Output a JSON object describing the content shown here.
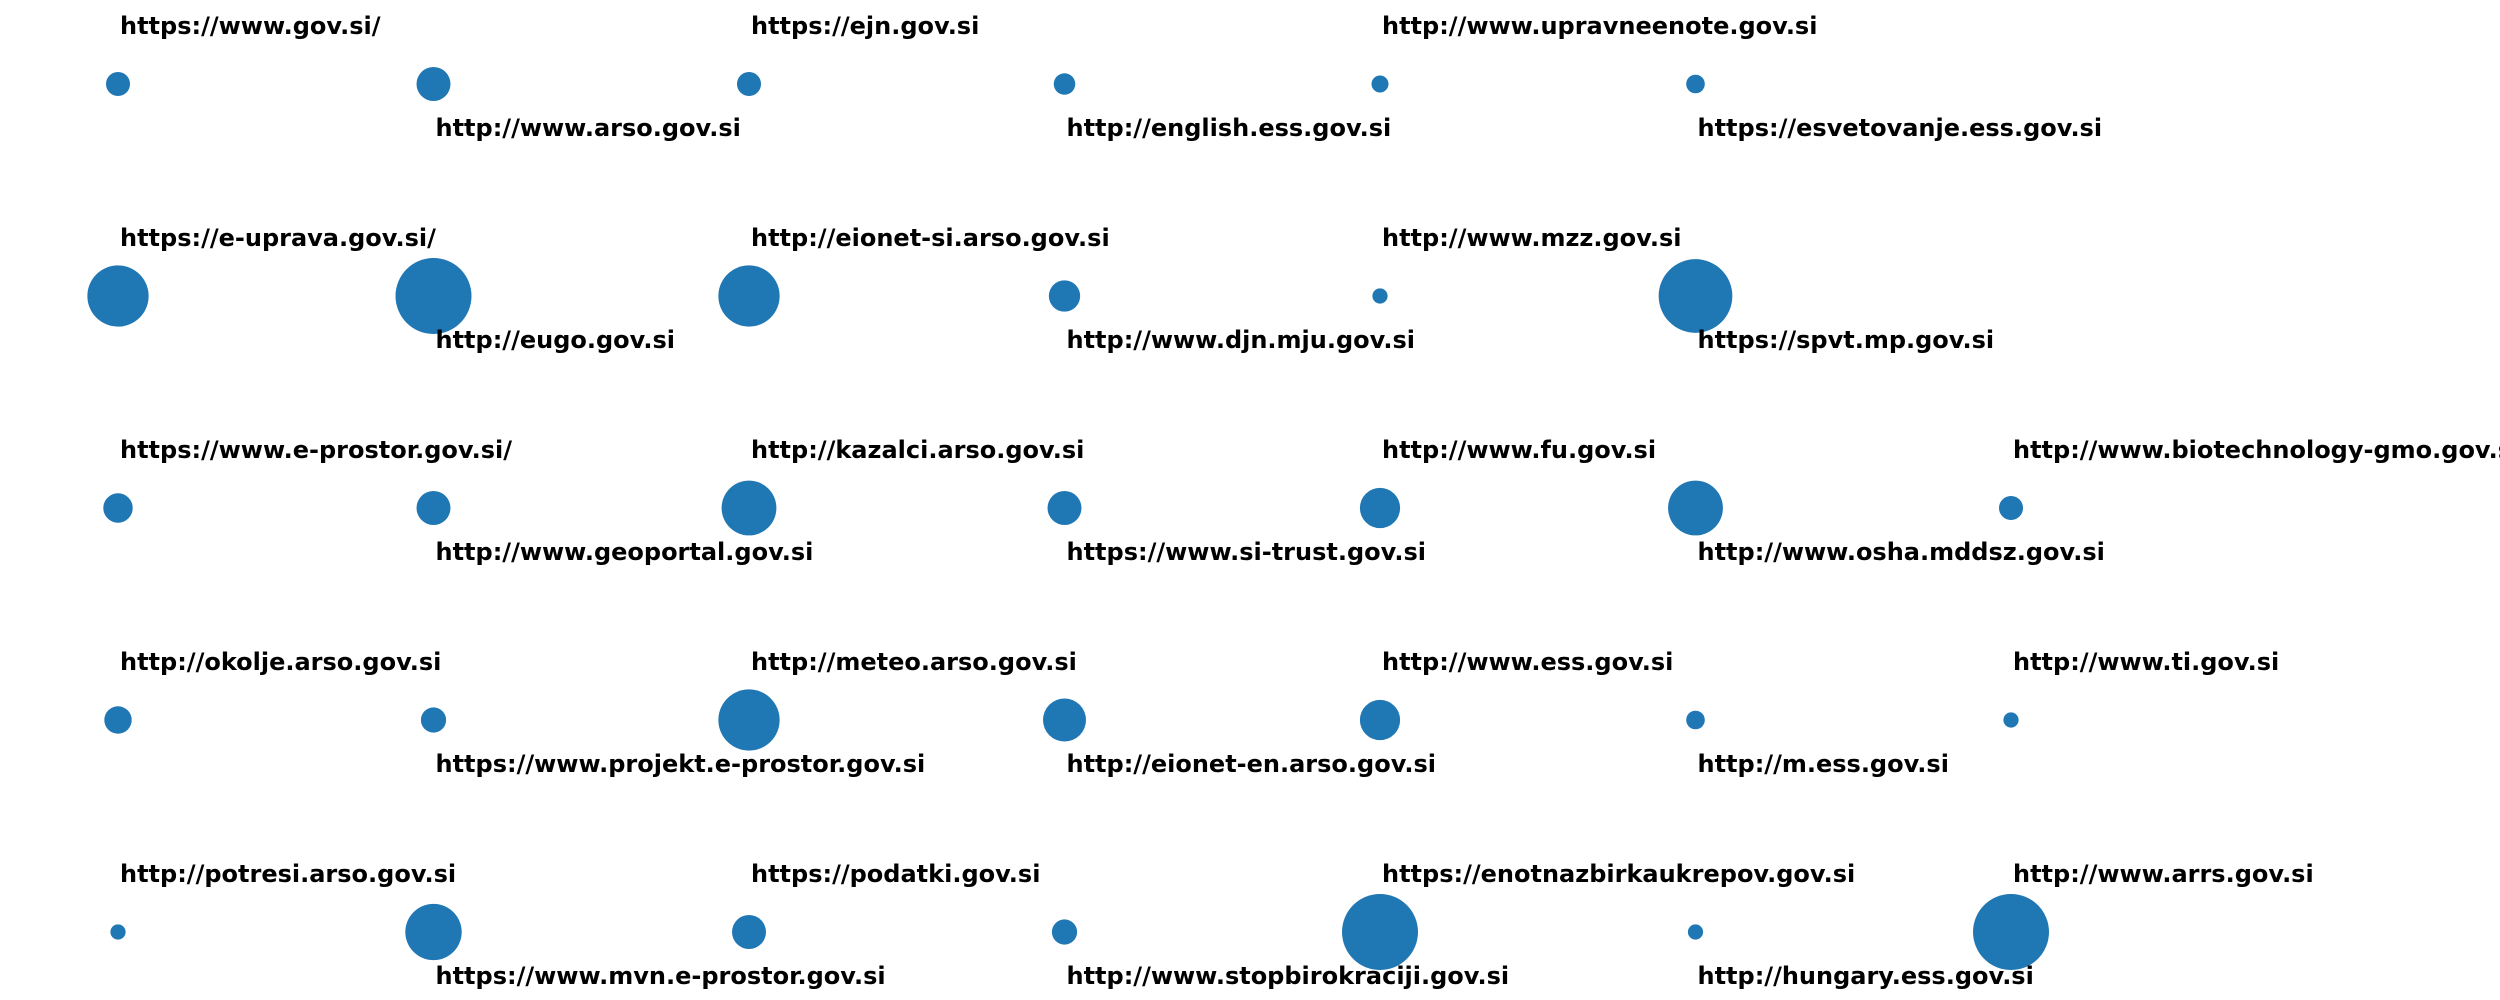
{
  "chart_data": {
    "type": "scatter",
    "title": "",
    "xlabel": "",
    "ylabel": "",
    "grid": false,
    "axes_visible": false,
    "grid_columns": 7,
    "grid_rows": 5,
    "bubble_color": "#1f77b4",
    "label_color": "#000000",
    "points": [
      {
        "label": "https://www.gov.si/",
        "col": 0,
        "row": 0,
        "size": 1
      },
      {
        "label": "http://www.arso.gov.si",
        "col": 1,
        "row": 0,
        "size": 2
      },
      {
        "label": "https://ejn.gov.si",
        "col": 2,
        "row": 0,
        "size": 1
      },
      {
        "label": "http://english.ess.gov.si",
        "col": 3,
        "row": 0,
        "size": 0.8
      },
      {
        "label": "http://www.upravneenote.gov.si",
        "col": 4,
        "row": 0,
        "size": 0.5
      },
      {
        "label": "https://esvetovanje.ess.gov.si",
        "col": 5,
        "row": 0,
        "size": 0.6
      },
      {
        "label": "https://e-uprava.gov.si/",
        "col": 0,
        "row": 1,
        "size": 6.5
      },
      {
        "label": "http://eugo.gov.si",
        "col": 1,
        "row": 1,
        "size": 10
      },
      {
        "label": "http://eionet-si.arso.gov.si",
        "col": 2,
        "row": 1,
        "size": 6.5
      },
      {
        "label": "http://www.djn.mju.gov.si",
        "col": 3,
        "row": 1,
        "size": 1.7
      },
      {
        "label": "http://www.mzz.gov.si",
        "col": 4,
        "row": 1,
        "size": 0.4
      },
      {
        "label": "https://spvt.mp.gov.si",
        "col": 5,
        "row": 1,
        "size": 9.4
      },
      {
        "label": "https://www.e-prostor.gov.si/",
        "col": 0,
        "row": 2,
        "size": 1.5
      },
      {
        "label": "http://www.geoportal.gov.si",
        "col": 1,
        "row": 2,
        "size": 2
      },
      {
        "label": "http://kazalci.arso.gov.si",
        "col": 2,
        "row": 2,
        "size": 5.2
      },
      {
        "label": "https://www.si-trust.gov.si",
        "col": 3,
        "row": 2,
        "size": 2
      },
      {
        "label": "http://www.fu.gov.si",
        "col": 4,
        "row": 2,
        "size": 2.8
      },
      {
        "label": "http://www.osha.mddsz.gov.si",
        "col": 5,
        "row": 2,
        "size": 5.2
      },
      {
        "label": "http://www.biotechnology-gmo.gov.si",
        "col": 6,
        "row": 2,
        "size": 1
      },
      {
        "label": "http://okolje.arso.gov.si",
        "col": 0,
        "row": 3,
        "size": 1.3
      },
      {
        "label": "https://www.projekt.e-prostor.gov.si",
        "col": 1,
        "row": 3,
        "size": 1.1
      },
      {
        "label": "http://meteo.arso.gov.si",
        "col": 2,
        "row": 3,
        "size": 6.5
      },
      {
        "label": "http://eionet-en.arso.gov.si",
        "col": 3,
        "row": 3,
        "size": 3.2
      },
      {
        "label": "http://www.ess.gov.si",
        "col": 4,
        "row": 3,
        "size": 2.8
      },
      {
        "label": "http://m.ess.gov.si",
        "col": 5,
        "row": 3,
        "size": 0.6
      },
      {
        "label": "http://www.ti.gov.si",
        "col": 6,
        "row": 3,
        "size": 0.4
      },
      {
        "label": "http://potresi.arso.gov.si",
        "col": 0,
        "row": 4,
        "size": 0.4
      },
      {
        "label": "https://www.mvn.e-prostor.gov.si",
        "col": 1,
        "row": 4,
        "size": 5.5
      },
      {
        "label": "https://podatki.gov.si",
        "col": 2,
        "row": 4,
        "size": 2
      },
      {
        "label": "http://www.stopbirokraciji.gov.si",
        "col": 3,
        "row": 4,
        "size": 1.1
      },
      {
        "label": "https://enotnazbirkaukrepov.gov.si",
        "col": 4,
        "row": 4,
        "size": 10
      },
      {
        "label": "http://hungary.ess.gov.si",
        "col": 5,
        "row": 4,
        "size": 0.4
      },
      {
        "label": "http://www.arrs.gov.si",
        "col": 6,
        "row": 4,
        "size": 10
      }
    ]
  }
}
